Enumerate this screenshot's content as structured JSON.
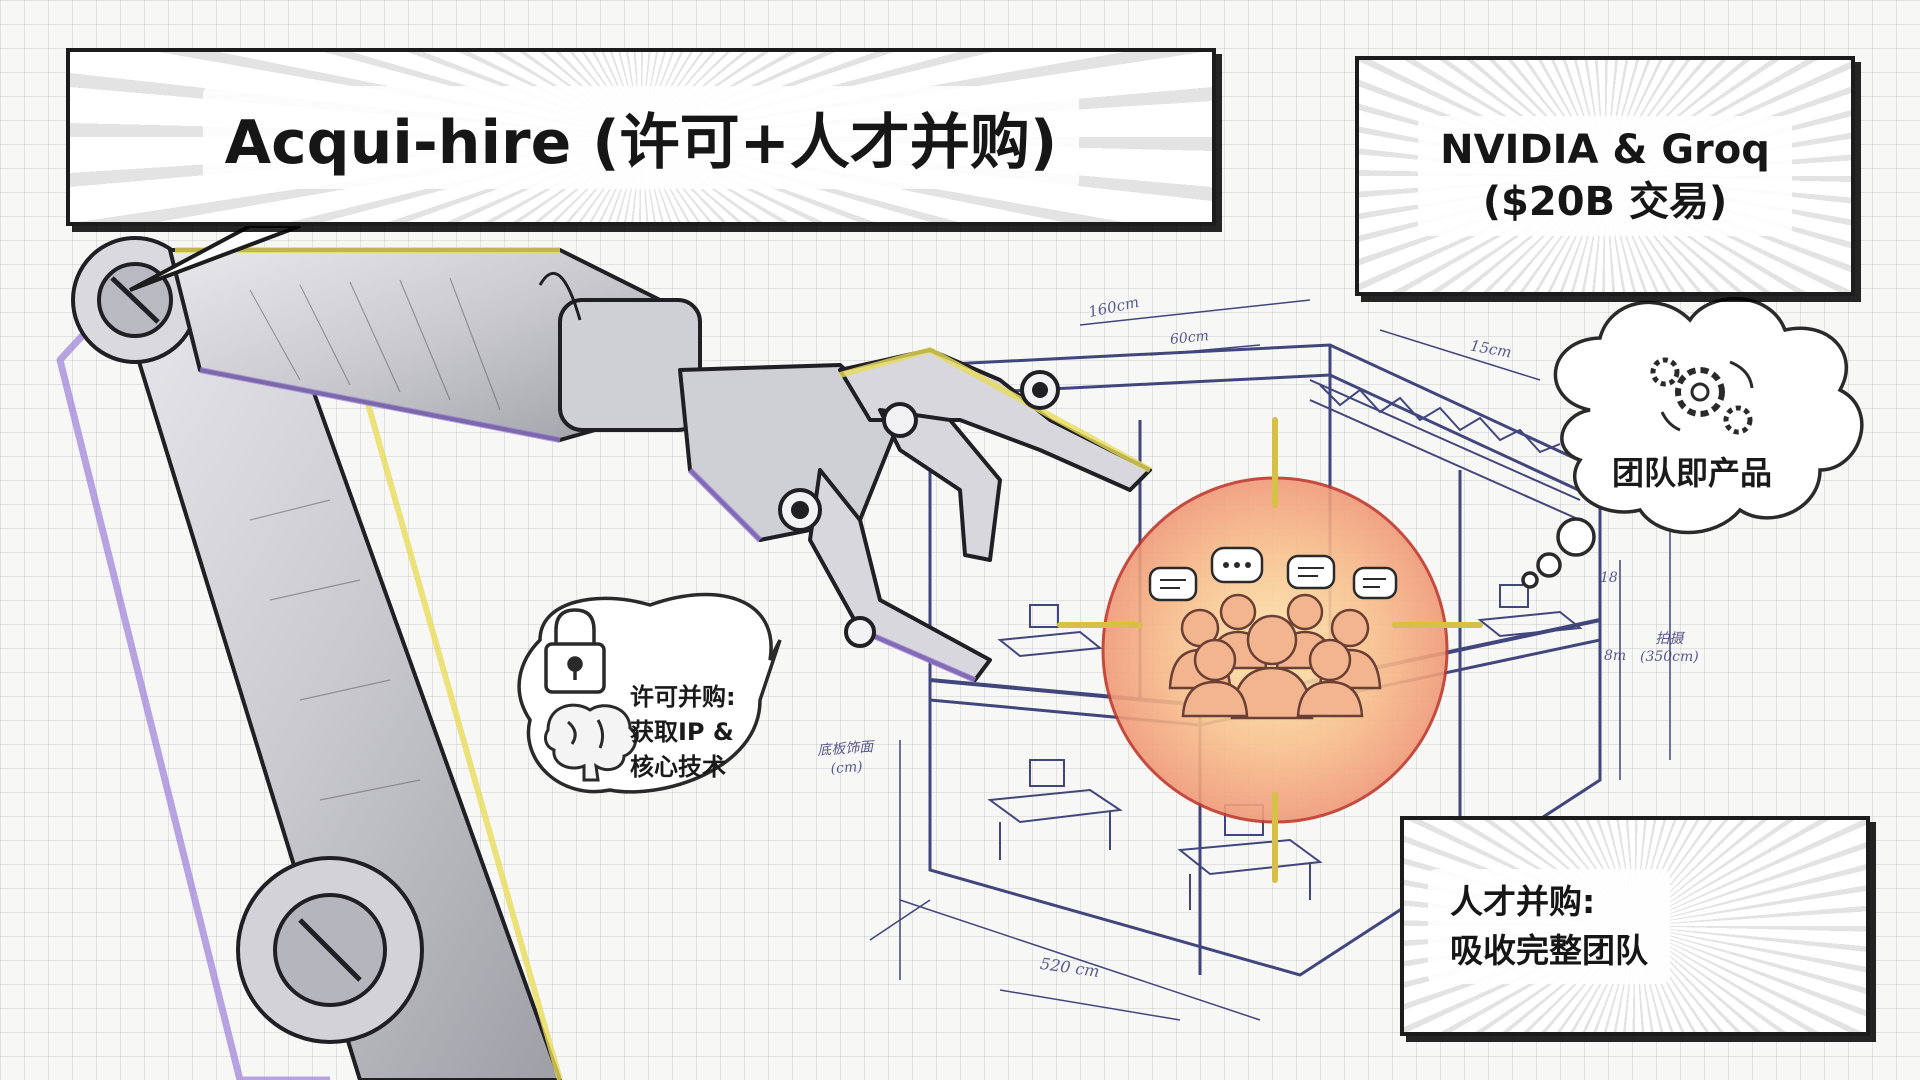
{
  "title": "Acqui-hire (许可+人才并购)",
  "deal": {
    "line1": "NVIDIA & Groq",
    "line2": "($20B 交易)"
  },
  "cloud": {
    "label": "团队即产品"
  },
  "license_bubble": {
    "line1": "许可并购:",
    "line2": "获取IP &",
    "line3": "核心技术"
  },
  "talent_panel": {
    "line1": "人才并购:",
    "line2": "吸收完整团队"
  },
  "sketch_notes": {
    "w1": "160cm",
    "w2": "60cm",
    "w3": "15cm",
    "h1": "18",
    "h2a": "拍摄",
    "h2b": "(350cm)",
    "h3": "8m",
    "l1": "底板饰面",
    "l2": "(cm)",
    "bottom": "520 cm"
  },
  "icons": [
    "robot-arm",
    "padlock-icon",
    "brain-icon",
    "gears-icon",
    "chat-bubble-icon",
    "team-icon",
    "cycle-arrows-icon",
    "crosshair-target"
  ],
  "colors": {
    "ink": "#1c1c1c",
    "blueprint": "#2e3370",
    "purple_accent": "#9b7fd8",
    "yellow_accent": "#e8dc5a",
    "target_orange": "#f4a07a"
  }
}
